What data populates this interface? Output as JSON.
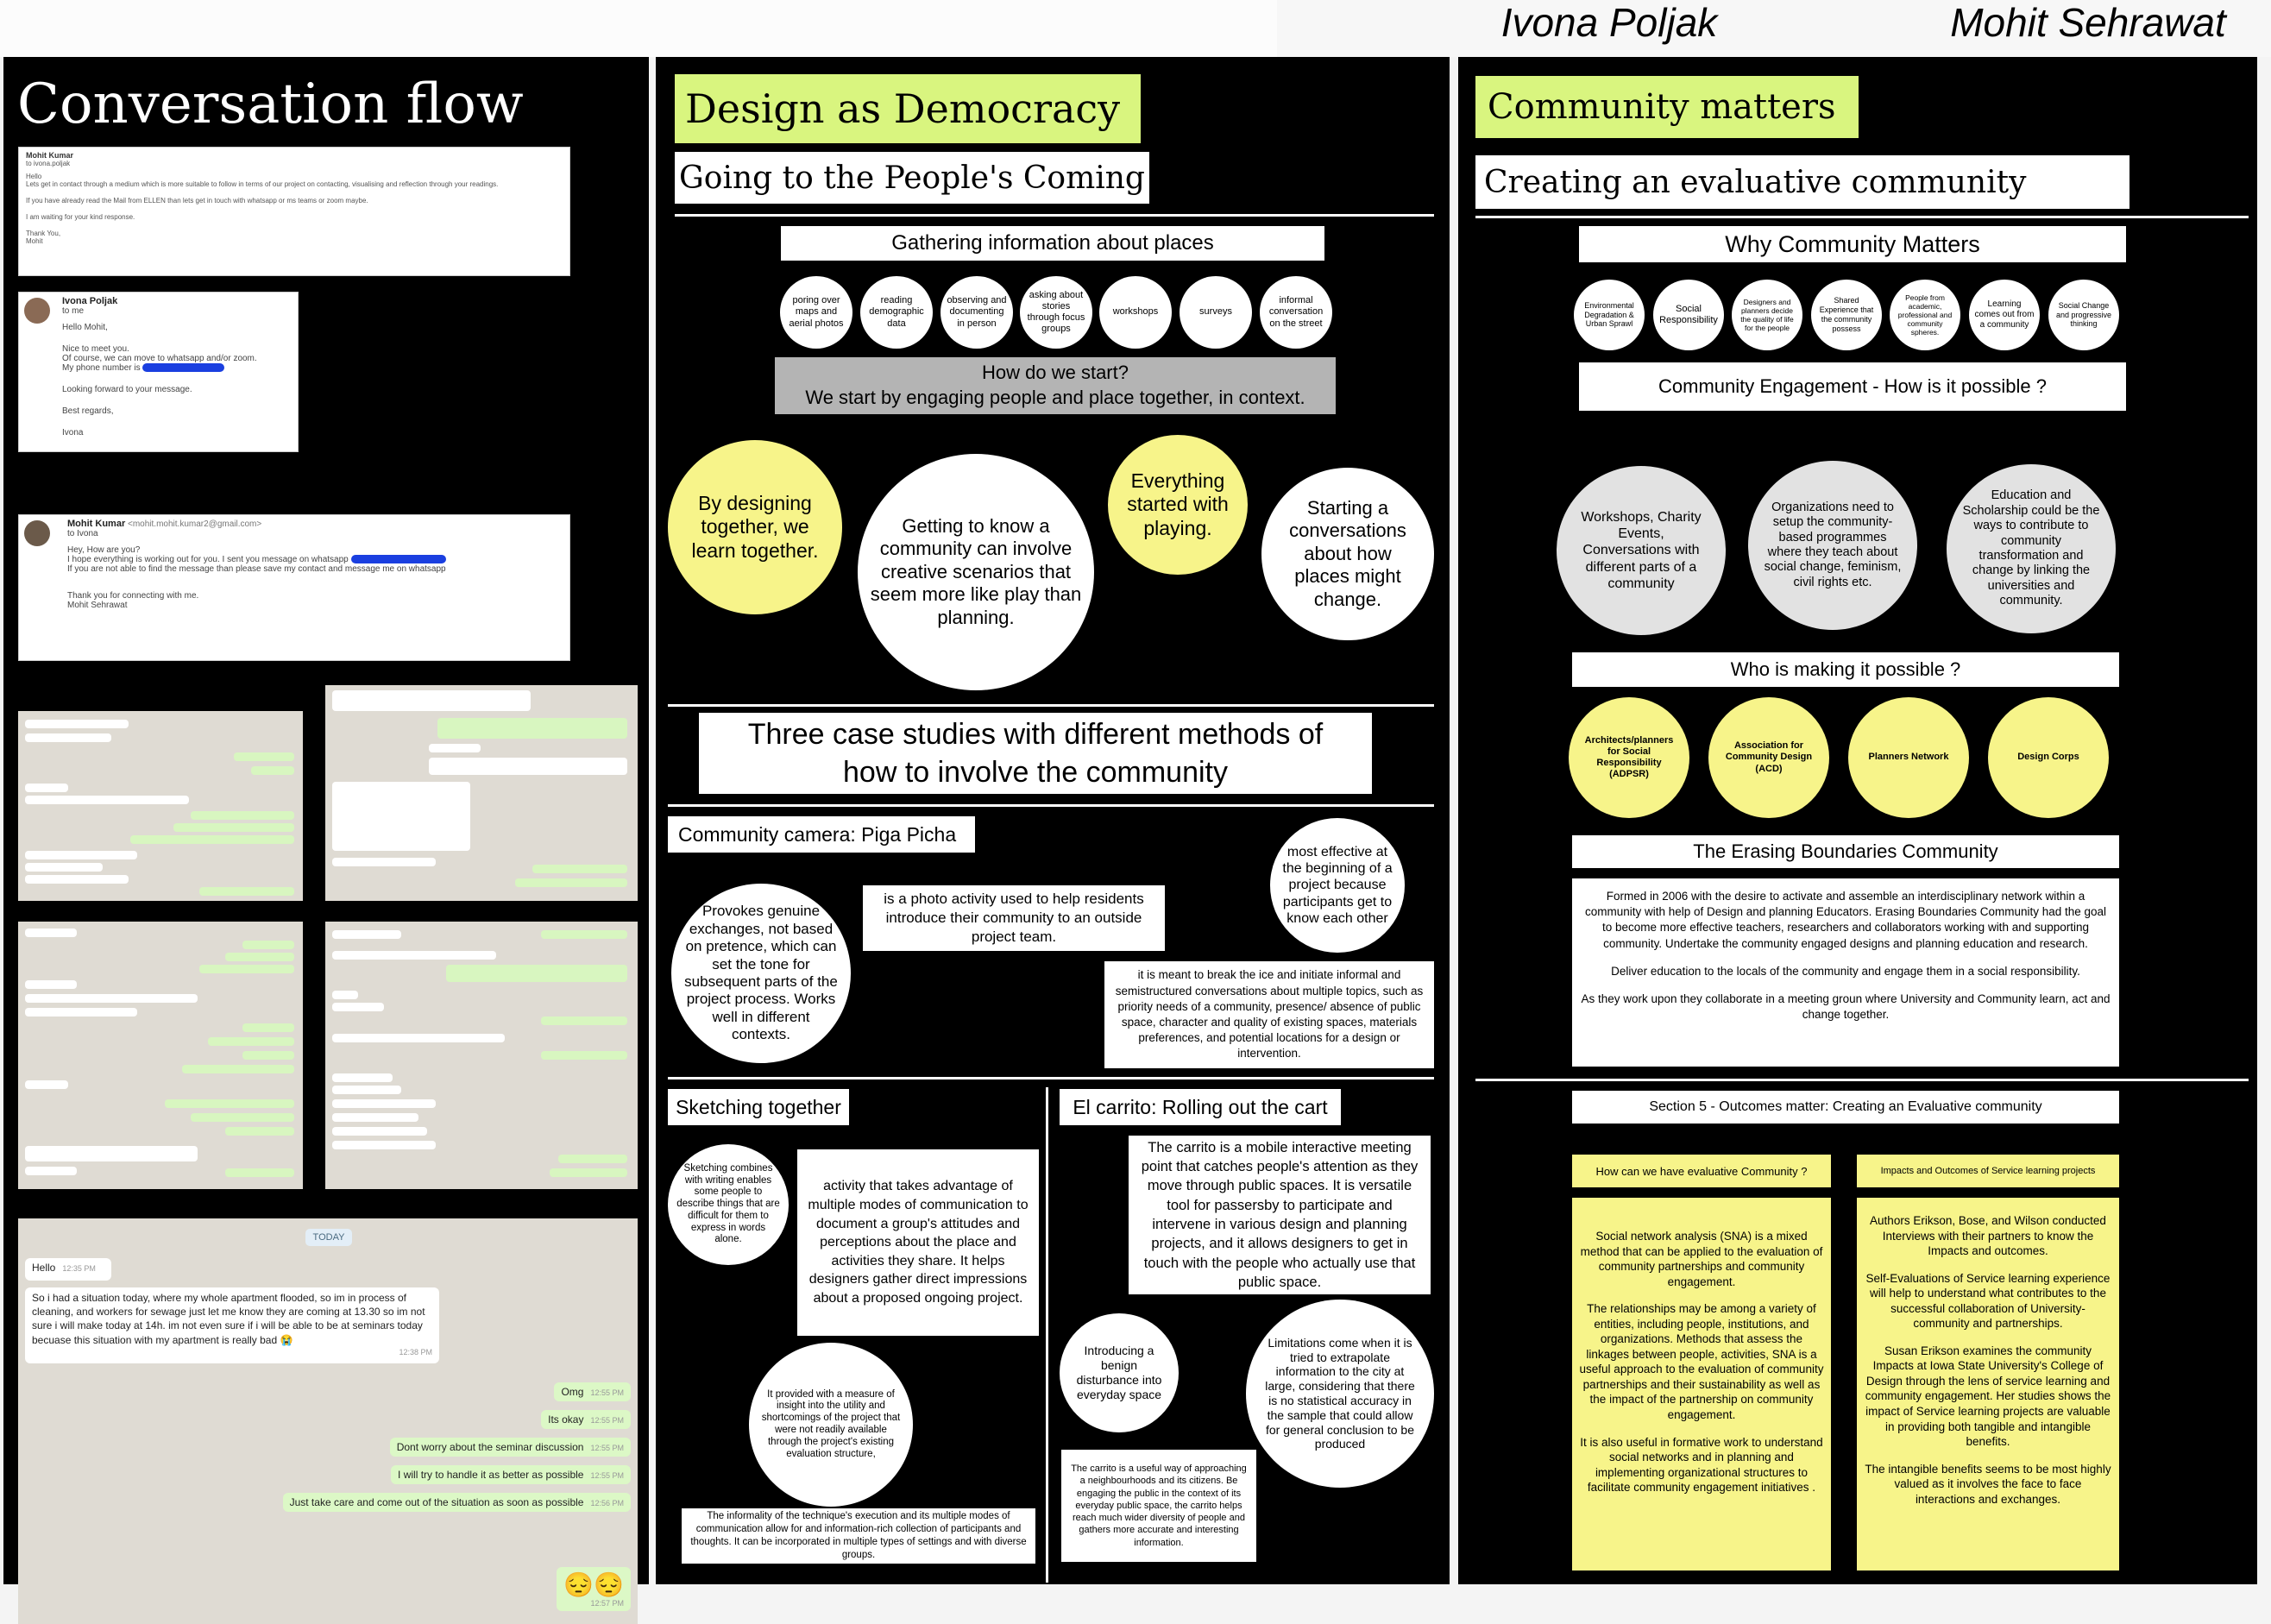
{
  "header": {
    "author_1": "Ivona Poljak",
    "author_2": "Mohit Sehrawat"
  },
  "left": {
    "title": "Conversation flow",
    "email1": {
      "from": "Mohit Kumar",
      "to": "to ivona.poljak",
      "lines": [
        "Hello",
        "Lets get in contact through a medium which is more suitable to follow in terms of our project on contacting, visualising and reflection through your readings.",
        "If you have already read the Mail from ELLEN than lets get in touch with whatsapp or ms teams or zoom maybe.",
        "I am waiting for your kind response.",
        "Thank You,",
        "Mohit"
      ]
    },
    "email2": {
      "from": "Ivona Poljak",
      "to": "to me",
      "lines": [
        "Hello Mohit,",
        "Nice to meet you.",
        "Of course, we can move to whatsapp and/or zoom.",
        "My phone number is",
        "Looking forward to your message.",
        "Best regards,",
        "Ivona"
      ]
    },
    "email3": {
      "from": "Mohit Kumar",
      "address": "<mohit.mohit.kumar2@gmail.com>",
      "to": "to Ivona",
      "lines": [
        "Hey, How are you?",
        "I hope everything is working out for you. I sent you message on whatsapp",
        "If you are not able to find the message than please save my contact and message me on whatsapp",
        "Thank you for connecting with me.",
        "Mohit Sehrawat"
      ]
    },
    "chat": {
      "date": "TODAY",
      "in1": "Hello",
      "in1_time": "12:35 PM",
      "in2": "So i had a situation today, where my whole apartment flooded, so im in process of cleaning, and workers for sewage just let me know they are coming at 13.30 so im not sure i will make today at 14h. im not even sure if i will be able to be at seminars today becuase this situation with my apartment is really bad 😭",
      "in2_time": "12:38 PM",
      "out": [
        {
          "text": "Omg",
          "time": "12:55 PM"
        },
        {
          "text": "Its okay",
          "time": "12:55 PM"
        },
        {
          "text": "Dont worry about the seminar discussion",
          "time": "12:55 PM"
        },
        {
          "text": "I will try to handle it as better as possible",
          "time": "12:55 PM"
        },
        {
          "text": "Just take care and come out of the situation as soon as possible",
          "time": "12:56 PM"
        },
        {
          "text": "😔😔",
          "time": "12:57 PM"
        }
      ]
    }
  },
  "middle": {
    "title": "Design as Democracy",
    "subtitle": "Going to the People's Coming",
    "gathering": "Gathering information about places",
    "methods": [
      "poring over maps and aerial photos",
      "reading demographic data",
      "observing and documenting in person",
      "asking about stories through focus groups",
      "workshops",
      "surveys",
      "informal conversation on the street"
    ],
    "start_q": "How do we start?",
    "start_a": "We start by engaging people and place together, in context.",
    "big_circles": [
      "By designing together, we learn together.",
      "Getting to know a community can involve creative scenarios that seem more like play than planning.",
      "Everything started with playing.",
      "Starting a conversations about how places might change."
    ],
    "cases_title": "Three case studies with different methods of how to involve the community",
    "piga": {
      "title": "Community camera: Piga Picha",
      "circle_left": "Provokes genuine exchanges, not based on pretence, which can set the tone for subsequent parts of the project process. Works well in different contexts.",
      "box_center": "is a photo activity used to help residents introduce their community to an outside project team.",
      "circle_right": "most effective at the beginning of a project because participants get to know each other",
      "box_right": "it is meant to break the ice and initiate informal and semistructured conversations about multiple topics, such as priority needs of a community, presence/ absence of public space, character and quality of existing spaces, materials preferences, and potential locations for a design or intervention."
    },
    "sketch": {
      "title": "Sketching together",
      "circle_top": "Sketching combines with writing enables some people to describe things that are difficult for them to express in words alone.",
      "box_top": "activity that takes advantage of multiple modes of communication to document a group's attitudes and perceptions about the place and activities they share. It helps designers gather direct impressions about a proposed ongoing project.",
      "circle_bottom": "It provided with a measure of insight into the utility and shortcomings of the project that were not readily available through the project's existing evaluation structure,",
      "box_bottom": "The informality of the technique's execution and its multiple modes of communication allow for and information-rich collection of participants and thoughts. It can be incorporated in multiple types of settings and with diverse groups."
    },
    "carrito": {
      "title": "El carrito: Rolling out the cart",
      "box_top": "The carrito is a mobile interactive meeting point that catches people's attention as they move through public spaces. It is versatile tool for passersby to participate and intervene in various design and planning projects, and it allows designers to get in touch with the people who actually use that public space.",
      "circle_left": "Introducing a benign disturbance into everyday space",
      "circle_right": "Limitations come when it is tried to extrapolate information to the city at large, considering that there is no statistical accuracy in the sample that could allow for general conclusion to be produced",
      "box_bottom": "The carrito is a useful way of approaching a neighbourhoods and its citizens. Be engaging the public in the context of its everyday public space, the carrito helps reach much wider diversity of people and gathers more accurate and interesting information."
    }
  },
  "right": {
    "title": "Community matters",
    "subtitle": "Creating an evaluative community",
    "why": "Why Community Matters",
    "why_items": [
      "Environmental Degradation & Urban Sprawl",
      "Social Responsibility",
      "Designers and planners decide the quality of life for the people",
      "Shared Experience that the community possess",
      "People from academic, professional and community spheres.",
      "Learning comes out from a community",
      "Social Change and progressive thinking"
    ],
    "engagement": "Community Engagement - How is it possible ?",
    "engage_items": [
      "Workshops, Charity Events, Conversations with different parts of a community",
      "Organizations need to setup the community-based programmes where they teach about social change, feminism, civil rights etc.",
      "Education and Scholarship could be the ways to contribute to community transformation and change by linking the universities and community."
    ],
    "who": "Who is making it possible ?",
    "who_items": [
      "Architects/planners for Social Responsibility (ADPSR)",
      "Association for Community Design (ACD)",
      "Planners Network",
      "Design Corps"
    ],
    "erasing_title": "The Erasing Boundaries Community",
    "erasing_p1": "Formed in 2006 with the desire to activate and assemble an interdisciplinary network within a community with help of Design and planning Educators. Erasing Boundaries Community had the goal to become more effective teachers, researchers and collaborators working with and supporting community. Undertake the community engaged designs and planning education and research.",
    "erasing_p2": "Deliver education to the locals of the community and engage them in a social responsibility.",
    "erasing_p3": "As they work upon they collaborate in a meeting groun where University and Community learn, act and change together.",
    "section5": "Section 5 - Outcomes matter: Creating an Evaluative community",
    "q_left": "How can we have evaluative Community ?",
    "q_right": "Impacts and Outcomes of Service learning projects",
    "left_text": [
      "Social network analysis (SNA) is a mixed method that can be applied to the evaluation of community partnerships and community engagement.",
      "The relationships may be among a variety of entities, including people, institutions, and organizations. Methods that assess the linkages between people, activities, SNA is a useful approach to the evaluation of community partnerships and their sustainability as well as the impact of the partnership on community engagement.",
      "It is also useful in formative work to understand social networks and in planning and implementing organizational structures to facilitate community engagement initiatives ."
    ],
    "right_text": [
      "Authors Erikson, Bose, and Wilson conducted Interviews with their partners to know the Impacts and outcomes.",
      "Self-Evaluations of Service learning experience will help to understand what contributes to the successful collaboration of University-community and partnerships.",
      "Susan Erikson examines the community Impacts at Iowa State University's College of Design through the lens of service learning and community engagement. Her studies shows the impact of Service learning projects are valuable in providing both tangible and intangible benefits.",
      "The intangible benefits seems to be most highly valued as it involves the face to face interactions and exchanges."
    ]
  }
}
